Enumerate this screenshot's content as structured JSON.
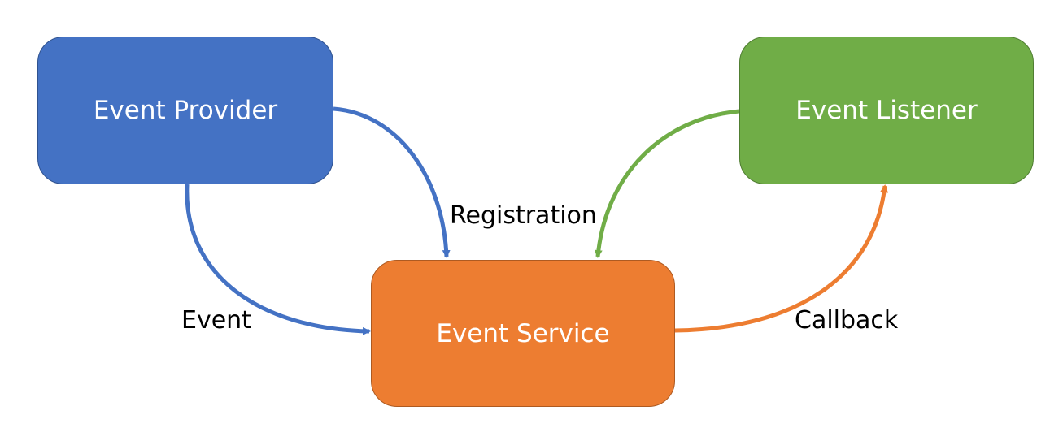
{
  "colors": {
    "provider_fill": "#4472c4",
    "provider_border": "#2f528f",
    "listener_fill": "#70ad47",
    "listener_border": "#507e32",
    "service_fill": "#ed7d31",
    "service_border": "#ae5a21",
    "registration_arrow": "#4472c4",
    "event_arrow": "#4472c4",
    "listener_arrow": "#70ad47",
    "callback_arrow": "#ed7d31"
  },
  "nodes": {
    "provider": {
      "label": "Event Provider"
    },
    "listener": {
      "label": "Event Listener"
    },
    "service": {
      "label": "Event Service"
    }
  },
  "edges": {
    "registration": {
      "label": "Registration"
    },
    "event": {
      "label": "Event"
    },
    "callback": {
      "label": "Callback"
    }
  }
}
